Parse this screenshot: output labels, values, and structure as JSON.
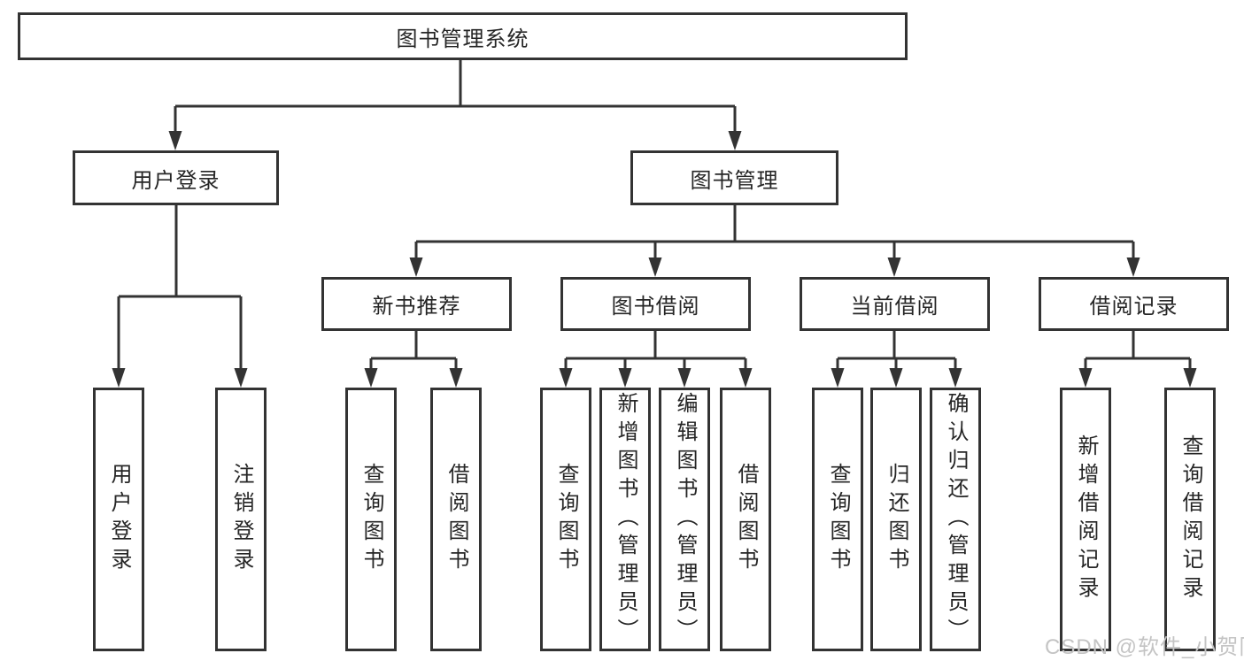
{
  "title": "图书管理系统",
  "tree": {
    "root": {
      "label": "图书管理系统",
      "children": [
        {
          "label": "用户登录",
          "children": [
            {
              "label": "用户登录"
            },
            {
              "label": "注销登录"
            }
          ]
        },
        {
          "label": "图书管理",
          "children": [
            {
              "label": "新书推荐",
              "children": [
                {
                  "label": "查询图书"
                },
                {
                  "label": "借阅图书"
                }
              ]
            },
            {
              "label": "图书借阅",
              "children": [
                {
                  "label": "查询图书"
                },
                {
                  "label": "新增图书（管理员）"
                },
                {
                  "label": "编辑图书（管理员）"
                },
                {
                  "label": "借阅图书"
                }
              ]
            },
            {
              "label": "当前借阅",
              "children": [
                {
                  "label": "查询图书"
                },
                {
                  "label": "归还图书"
                },
                {
                  "label": "确认归还（管理员）"
                }
              ]
            },
            {
              "label": "借阅记录",
              "children": [
                {
                  "label": "新增借阅记录"
                },
                {
                  "label": "查询借阅记录"
                }
              ]
            }
          ]
        }
      ]
    }
  },
  "watermark": "CSDN @软件_小贺同学",
  "colors": {
    "line": "#333333",
    "border": "#333333",
    "text": "#262626",
    "background": "#ffffff",
    "watermark": "#c4c4c4"
  }
}
